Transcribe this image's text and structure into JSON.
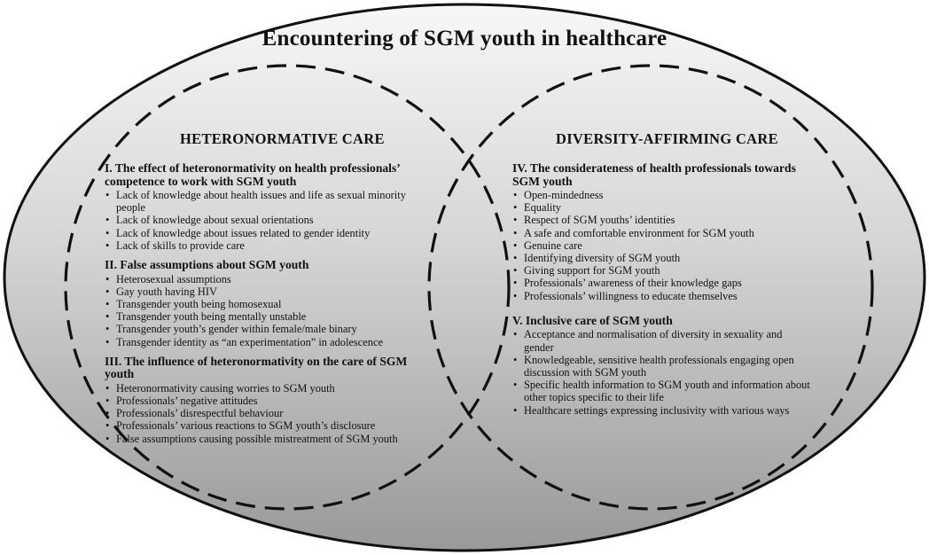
{
  "title": "Encountering of SGM youth in healthcare",
  "left": {
    "heading": "HETERONORMATIVE CARE",
    "sections": [
      {
        "heading": "I. The effect of heteronormativity on health professionals’ competence to work with SGM youth",
        "items": [
          "Lack of knowledge about health issues and life as sexual minority people",
          "Lack of knowledge about sexual orientations",
          "Lack of knowledge about issues related to gender identity",
          "Lack of skills to provide care"
        ]
      },
      {
        "heading": "II. False assumptions about SGM youth",
        "items": [
          "Heterosexual assumptions",
          "Gay youth having HIV",
          "Transgender youth being homosexual",
          "Transgender youth being mentally unstable",
          "Transgender youth’s gender within female/male binary",
          "Transgender identity as “an experimentation” in adolescence"
        ]
      },
      {
        "heading": "III. The influence of heteronormativity on the care of SGM youth",
        "items": [
          "Heteronormativity causing worries to SGM youth",
          "Professionals’ negative attitudes",
          "Professionals’ disrespectful behaviour",
          "Professionals’ various reactions to SGM youth’s disclosure",
          "False assumptions causing possible mistreatment of SGM youth"
        ]
      }
    ]
  },
  "right": {
    "heading": "DIVERSITY-AFFIRMING CARE",
    "sections": [
      {
        "heading": "IV. The considerateness of health professionals towards SGM youth",
        "items": [
          "Open-mindedness",
          "Equality",
          "Respect of SGM youths’ identities",
          "A safe and comfortable environment for SGM youth",
          "Genuine care",
          "Identifying diversity of SGM youth",
          "Giving support for SGM youth",
          "Professionals’ awareness of their knowledge gaps",
          "Professionals’ willingness to educate themselves"
        ]
      },
      {
        "heading": "V. Inclusive care of SGM youth",
        "items": [
          "Acceptance and normalisation of diversity in sexuality and gender",
          "Knowledgeable, sensitive health professionals engaging open discussion with SGM youth",
          "Specific health information to SGM youth and information about other topics specific to their life",
          "Healthcare settings expressing inclusivity with various ways"
        ]
      }
    ]
  },
  "colors": {
    "ellipse_fill_light": "#f6f6f6",
    "ellipse_fill_dark": "#9a9a9a",
    "stroke": "#111111"
  }
}
